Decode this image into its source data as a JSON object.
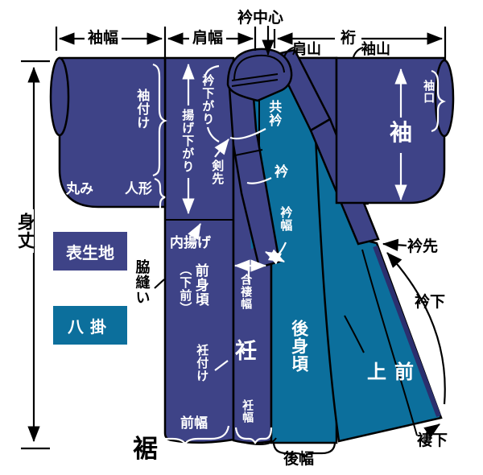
{
  "colors": {
    "outer_fabric": "#3e4387",
    "hakkake_lining": "#0c6f9c",
    "collar_edge_strip": "#2b2f6e",
    "outline": "#000000",
    "background": "#ffffff"
  },
  "measurements": {
    "collar_center": "衿中心",
    "sleeve_width": "袖幅",
    "shoulder_width": "肩幅",
    "yuki": "裄",
    "body_length": "身丈"
  },
  "parts": {
    "shoulder_top": "肩山",
    "sleeve_top": "袖山",
    "sleeve_opening": "袖口",
    "sleeve": "袖",
    "sleeve_attach": "袖付け",
    "roundness": "丸み",
    "doll": "人形",
    "collar_drop": "衿下がり",
    "lift_drop": "揚げ下がり",
    "sword_tip": "剣先",
    "outer_collar": "共衿",
    "collar": "衿",
    "collar_width": "衿幅",
    "inner_lift": "内揚げ",
    "front_body": "前身頃",
    "front_body_note": "（下前）",
    "matching_hem_width": "合褄幅",
    "okumi_attach": "衽付け",
    "okumi": "衽",
    "front_width": "前幅",
    "okumi_width": "衽幅",
    "back_body": "後身頃",
    "upper_front": "上前",
    "collar_tip": "衿先",
    "collar_below": "衿下",
    "side_seam": "脇縫い",
    "hem": "裾",
    "back_width": "後幅",
    "hem_below": "褄下"
  },
  "legend": {
    "outer_fabric": "表生地",
    "hakkake": "八掛"
  }
}
